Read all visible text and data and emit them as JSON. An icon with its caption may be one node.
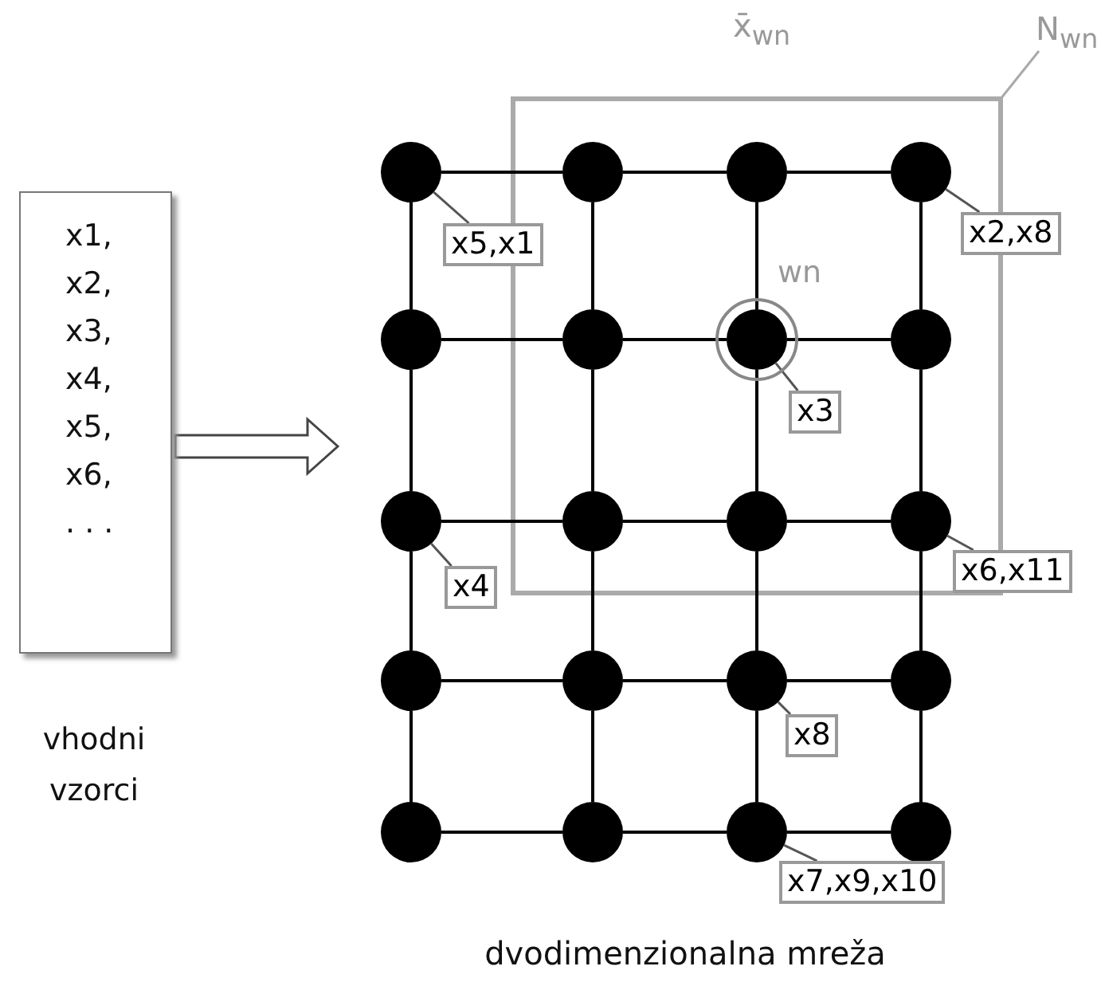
{
  "diagram": {
    "caption": "dvodimenzionalna mreža",
    "nodes": [
      {
        "text": [
          "x1,",
          "x2,",
          "x3,",
          "x4,",
          "x5,",
          "x6,",
          ". . ."
        ],
        "beside": [
          "vhodni vzorci"
        ]
      },
      {
        "text": [
          "N$_{wn}$"
        ]
      },
      {
        "text": [],
        "shape": "circle"
      },
      {
        "text": [],
        "shape": "circle"
      },
      {
        "text": [],
        "shape": "circle"
      },
      {
        "text": [],
        "shape": "circle"
      },
      {
        "text": [],
        "shape": "circle"
      },
      {
        "text": [],
        "shape": "circle"
      },
      {
        "text": [],
        "shape": "circle"
      },
      {
        "text": [],
        "shape": "circle"
      },
      {
        "text": [],
        "shape": "circle"
      },
      {
        "text": [],
        "shape": "circle"
      },
      {
        "text": [],
        "shape": "circle"
      },
      {
        "text": [],
        "shape": "circle"
      },
      {
        "text": [],
        "shape": "circle"
      },
      {
        "text": [],
        "shape": "circle"
      },
      {
        "text": [],
        "shape": "circle"
      },
      {
        "text": [],
        "shape": "circle"
      },
      {
        "text": [],
        "shape": "circle"
      },
      {
        "text": [],
        "shape": "circle"
      },
      {
        "text": [],
        "shape": "circle"
      },
      {
        "text": [],
        "shape": "circle"
      },
      {
        "text": [
          "x5,x1"
        ]
      },
      {
        "text": [
          "x2,x8"
        ]
      },
      {
        "text": [
          "x3"
        ]
      },
      {
        "text": [
          "x4"
        ]
      },
      {
        "text": [
          "x6,x11"
        ]
      },
      {
        "text": [
          "x8"
        ]
      },
      {
        "text": [
          "x7,x9,x10"
        ]
      }
    ],
    "edges": [
      {
        "from": 0,
        "to": null,
        "arrow": "to"
      },
      {
        "from": 1,
        "to": null,
        "arrow": "none",
        "color": "#aaaaaa"
      },
      {
        "from": 2,
        "to": 3,
        "arrow": "none"
      },
      {
        "from": 3,
        "to": 4,
        "arrow": "none"
      },
      {
        "from": 4,
        "to": 5,
        "arrow": "none"
      },
      {
        "from": 6,
        "to": 7,
        "arrow": "none"
      },
      {
        "from": 7,
        "to": 8,
        "arrow": "none"
      },
      {
        "from": 8,
        "to": 9,
        "arrow": "none"
      },
      {
        "from": 10,
        "to": 11,
        "arrow": "none"
      },
      {
        "from": 11,
        "to": 12,
        "arrow": "none"
      },
      {
        "from": 12,
        "to": 13,
        "arrow": "none"
      },
      {
        "from": 14,
        "to": 15,
        "arrow": "none"
      },
      {
        "from": 15,
        "to": 16,
        "arrow": "none"
      },
      {
        "from": 16,
        "to": 17,
        "arrow": "none"
      },
      {
        "from": 18,
        "to": 19,
        "arrow": "none"
      },
      {
        "from": 19,
        "to": 20,
        "arrow": "none"
      },
      {
        "from": 20,
        "to": 21,
        "arrow": "none"
      },
      {
        "from": 2,
        "to": 6,
        "arrow": "none"
      },
      {
        "from": 6,
        "to": 10,
        "arrow": "none"
      },
      {
        "from": 10,
        "to": 14,
        "arrow": "none"
      },
      {
        "from": 14,
        "to": 18,
        "arrow": "none"
      },
      {
        "from": 3,
        "to": 7,
        "arrow": "none"
      },
      {
        "from": 7,
        "to": 11,
        "arrow": "none"
      },
      {
        "from": 11,
        "to": 15,
        "arrow": "none"
      },
      {
        "from": 15,
        "to": 19,
        "arrow": "none"
      },
      {
        "from": 4,
        "to": 8,
        "arrow": "none"
      },
      {
        "from": 8,
        "to": 12,
        "arrow": "none"
      },
      {
        "from": 12,
        "to": 16,
        "arrow": "none"
      },
      {
        "from": 16,
        "to": 20,
        "arrow": "none"
      },
      {
        "from": 5,
        "to": 9,
        "arrow": "none"
      },
      {
        "from": 9,
        "to": 13,
        "arrow": "none"
      },
      {
        "from": 13,
        "to": 17,
        "arrow": "none"
      },
      {
        "from": 17,
        "to": 21,
        "arrow": "none"
      },
      {
        "from": 22,
        "to": 2,
        "arrow": "none",
        "color": "#555555"
      },
      {
        "from": 23,
        "to": 5,
        "arrow": "none",
        "color": "#555555"
      },
      {
        "from": 24,
        "to": 8,
        "arrow": "none",
        "color": "#555555"
      },
      {
        "from": 25,
        "to": 10,
        "arrow": "none",
        "color": "#555555"
      },
      {
        "from": 26,
        "to": 13,
        "arrow": "none",
        "color": "#555555"
      },
      {
        "from": 27,
        "to": 16,
        "arrow": "none",
        "color": "#555555"
      },
      {
        "from": 28,
        "to": 20,
        "arrow": "none",
        "color": "#555555"
      }
    ],
    "labels": [
      "x̄$_{wn}$",
      "wn"
    ]
  }
}
